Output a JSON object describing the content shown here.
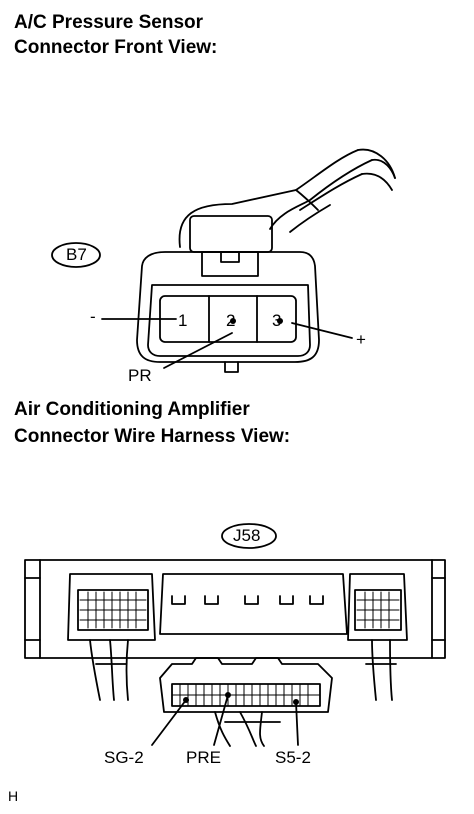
{
  "sensor": {
    "title_line1": "A/C Pressure Sensor",
    "title_line2": "Connector Front View:",
    "connector_code": "B7",
    "pins": [
      "1",
      "2",
      "3"
    ],
    "minus_label": "-",
    "plus_label": "+",
    "pr_label": "PR"
  },
  "amplifier": {
    "title_line1": "Air Conditioning Amplifier",
    "title_line2": "Connector Wire Harness View:",
    "connector_code": "J58",
    "terminal_labels": [
      "SG-2",
      "PRE",
      "S5-2"
    ]
  },
  "footer": {
    "code": "H"
  }
}
